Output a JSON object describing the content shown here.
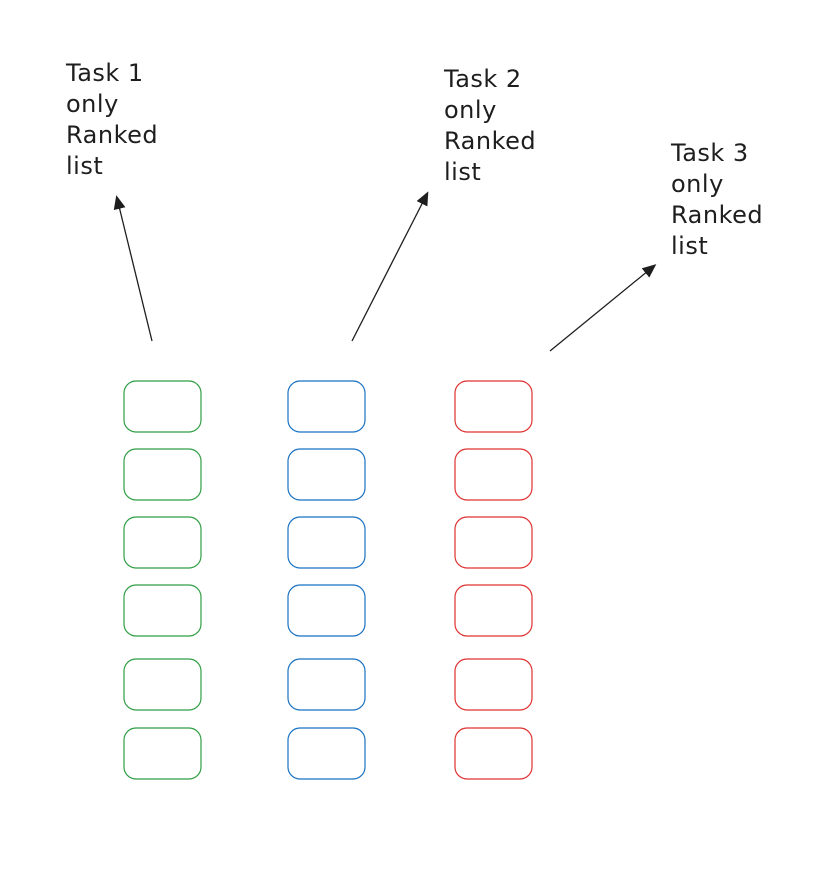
{
  "labels": [
    {
      "lines": [
        "Task 1",
        "only",
        "Ranked",
        "list"
      ]
    },
    {
      "lines": [
        "Task 2",
        "only",
        "Ranked",
        "list"
      ]
    },
    {
      "lines": [
        "Task 3",
        "only",
        "Ranked",
        "list"
      ]
    }
  ],
  "columns": [
    {
      "color": "#2f9e44",
      "box_count": 6
    },
    {
      "color": "#1971c2",
      "box_count": 6
    },
    {
      "color": "#e03131",
      "box_count": 6
    }
  ],
  "arrow_color": "#1e1e1e"
}
